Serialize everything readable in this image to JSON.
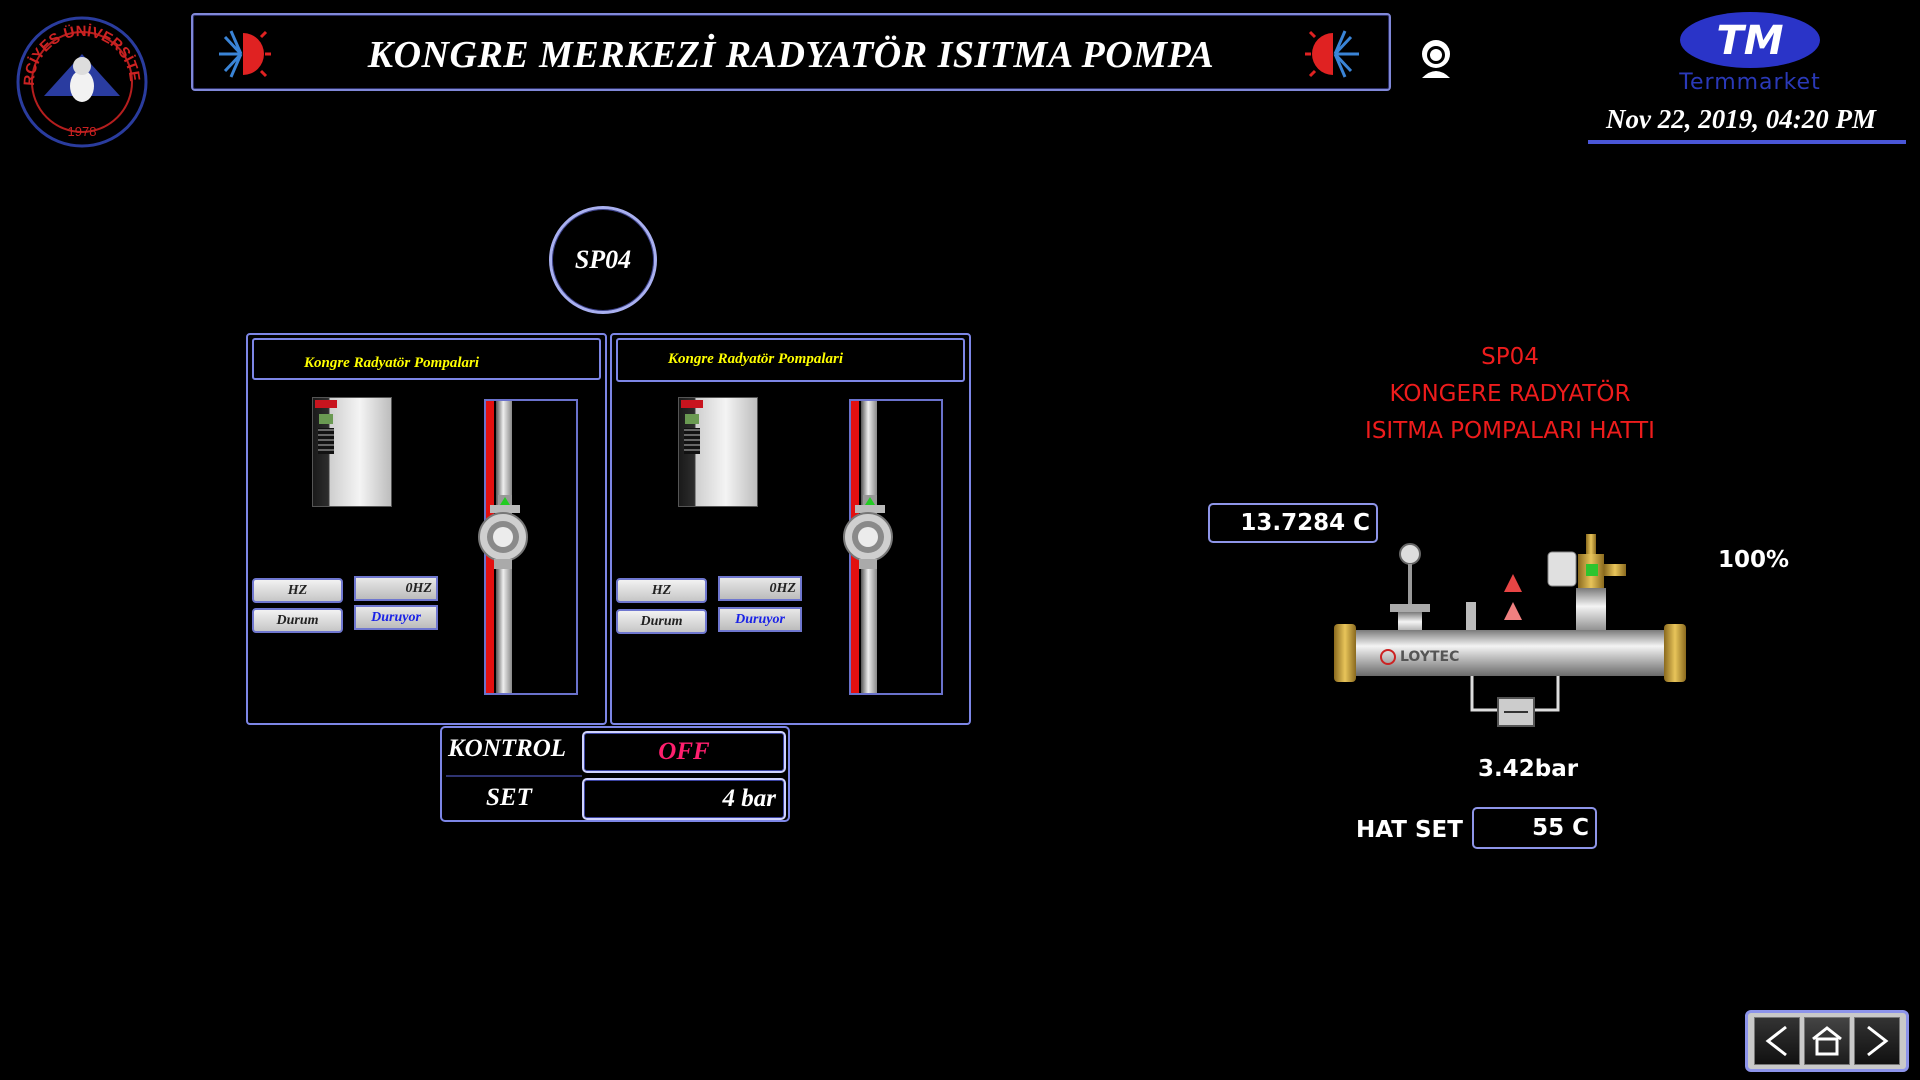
{
  "header": {
    "title": "KONGRE MERKEZİ RADYATÖR ISITMA POMPA",
    "university_logo_text": "ERCİYES ÜNİVERSİTESİ",
    "university_logo_year": "1978",
    "brand_name": "Termmarket",
    "datetime": "Nov 22, 2019, 04:20 PM"
  },
  "station": {
    "id": "SP04"
  },
  "panels": [
    {
      "title": "Kongre Radyatör Pompalari",
      "hz_label": "HZ",
      "hz_value": "0HZ",
      "status_label": "Durum",
      "status_value": "Duruyor"
    },
    {
      "title": "Kongre Radyatör Pompalari",
      "hz_label": "HZ",
      "hz_value": "0HZ",
      "status_label": "Durum",
      "status_value": "Duruyor"
    }
  ],
  "control": {
    "kontrol_label": "KONTROL",
    "kontrol_value": "OFF",
    "set_label": "SET",
    "set_value": "4 bar"
  },
  "line": {
    "title_1": "SP04",
    "title_2": "KONGERE RADYATÖR",
    "title_3": "ISITMA POMPALARI HATTI",
    "temperature": "13.7284 C",
    "valve_percent": "100%",
    "pressure": "3.42bar",
    "hat_set_label": "HAT SET",
    "hat_set_value": "55 C",
    "pipe_brand": "LOYTEC"
  },
  "colors": {
    "accent_border": "#7d86e6",
    "title_red": "#ee1c1c",
    "panel_title_yellow": "#ffff00",
    "off_pink": "#ff1f6e",
    "status_blue": "#1a22e6"
  },
  "icons": {
    "hvac": "heat-cool-icon",
    "user": "user-icon",
    "nav_prev": "arrow-left-icon",
    "nav_home": "home-icon",
    "nav_next": "arrow-right-icon"
  }
}
